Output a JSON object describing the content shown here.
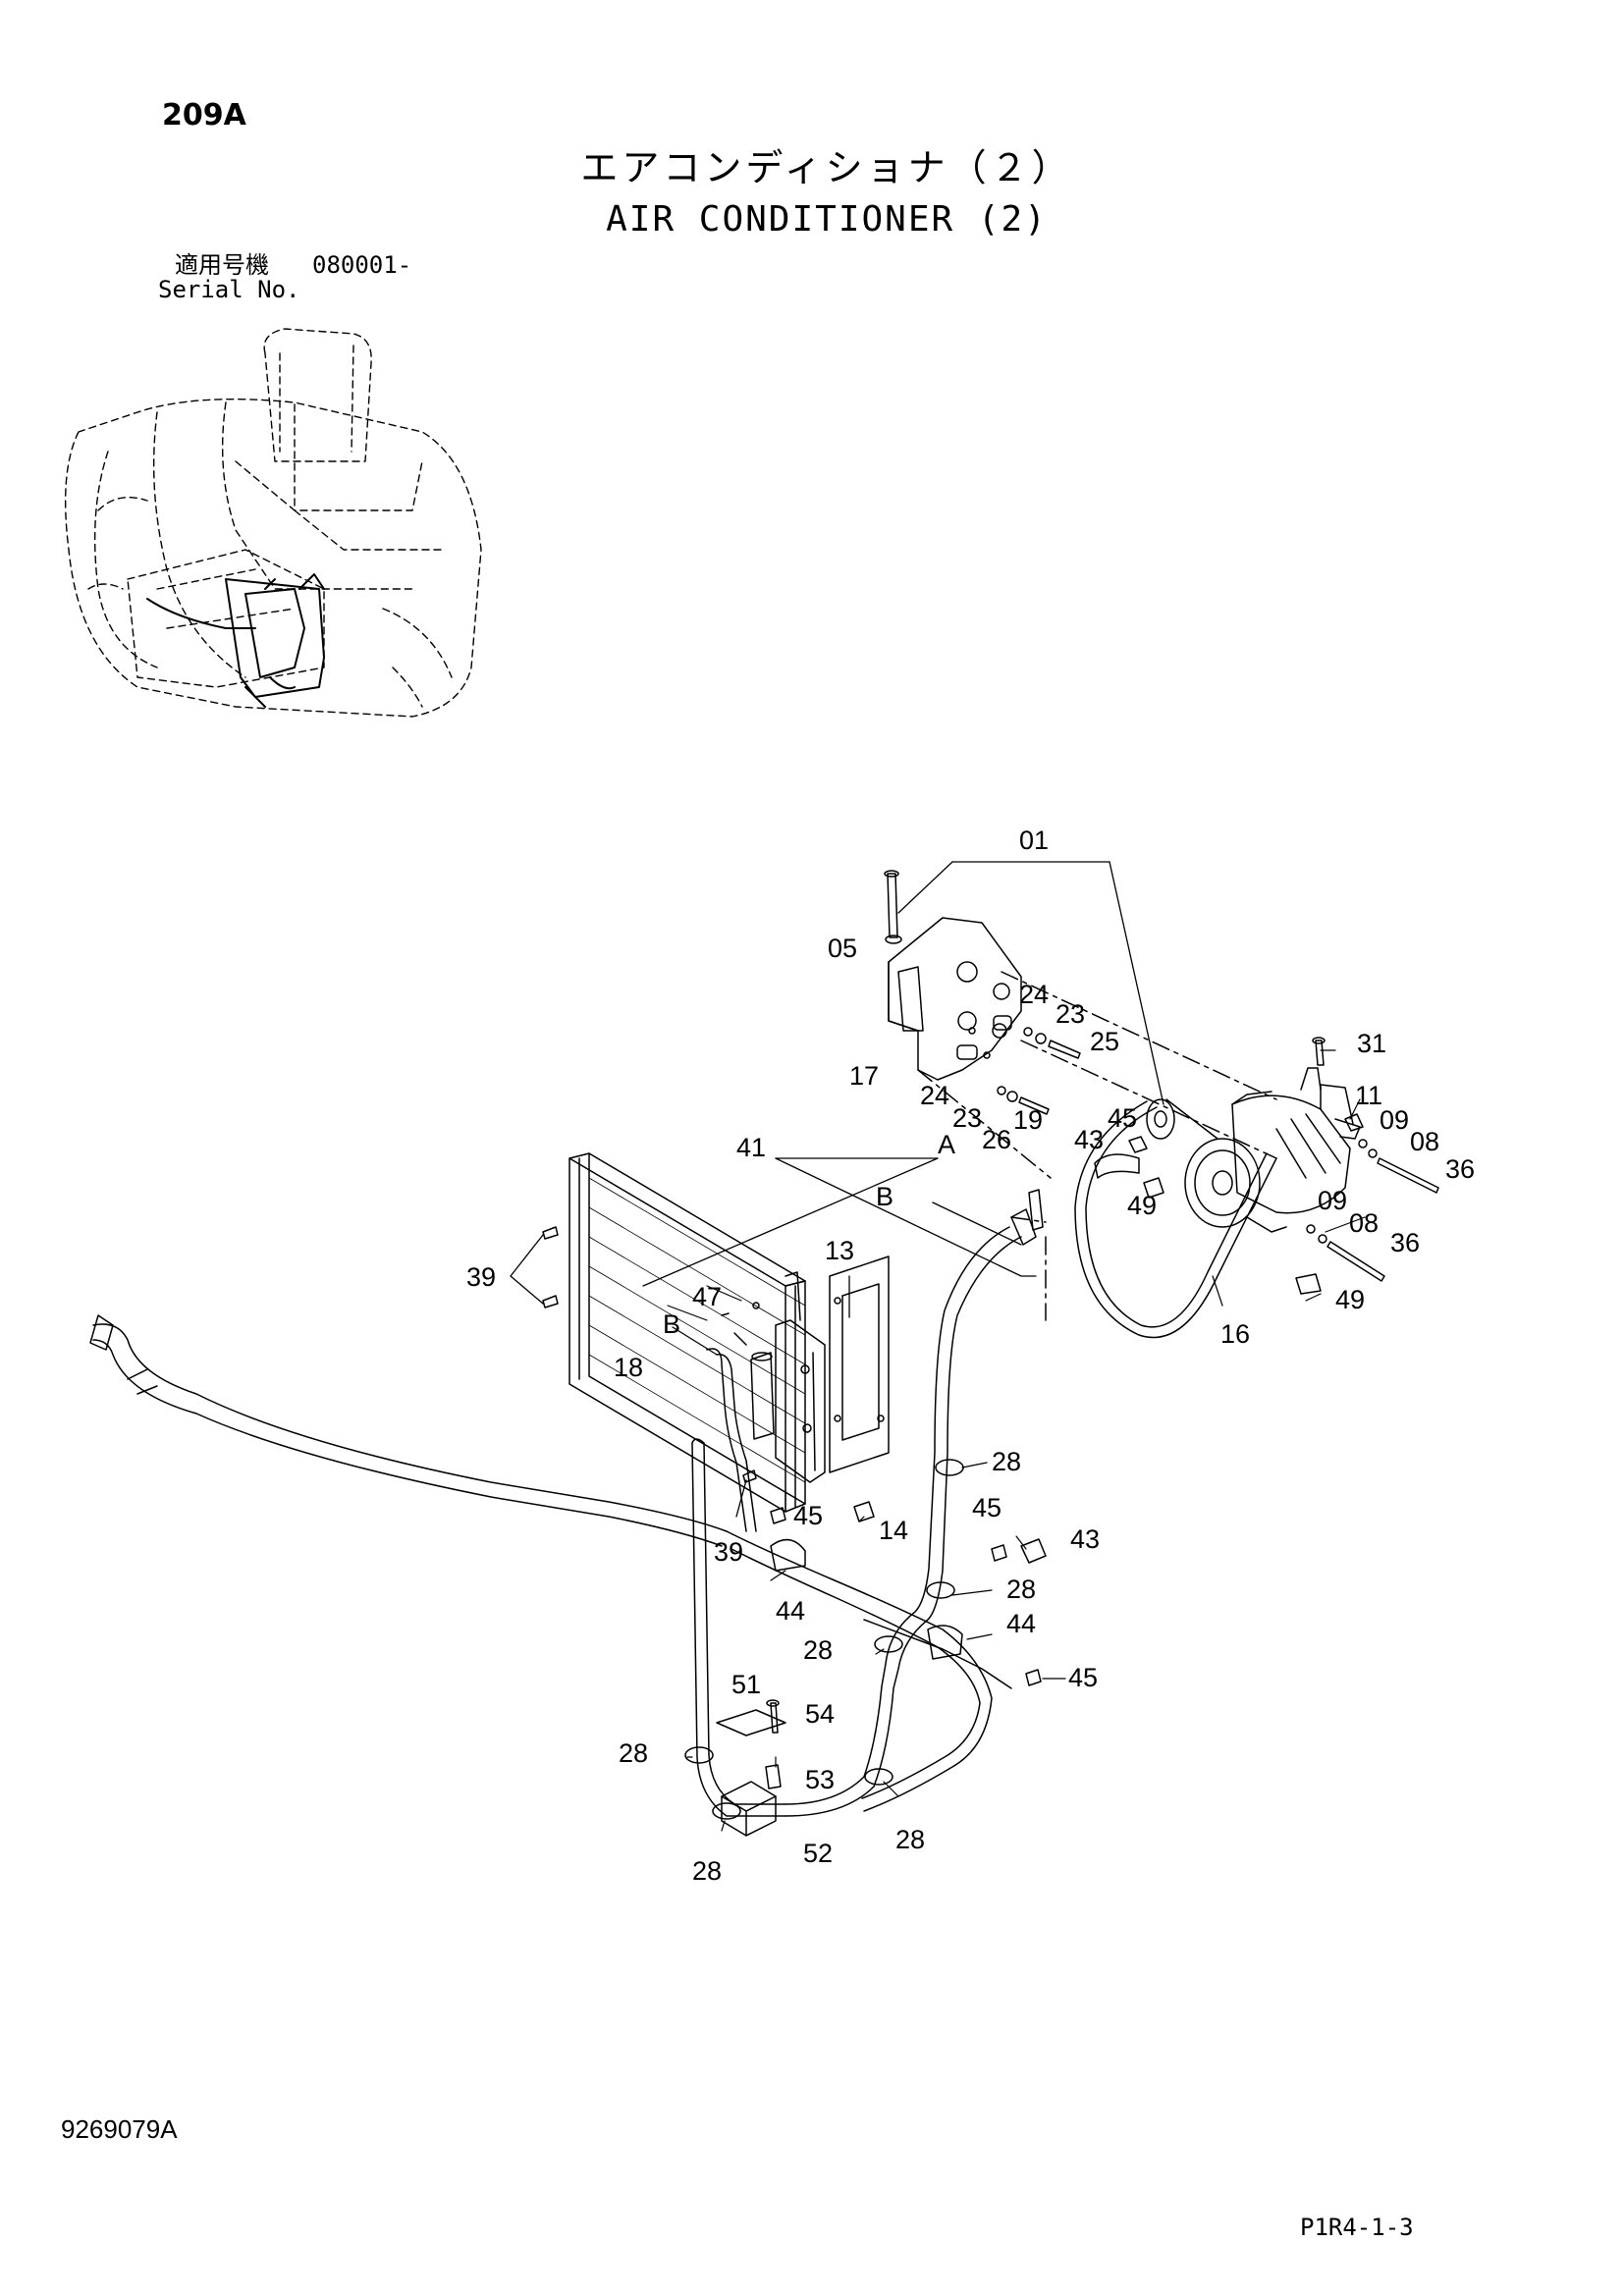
{
  "header": {
    "page_id": "209A",
    "title_ja": "エアコンディショナ（２）",
    "title_en": "AIR CONDITIONER (2)",
    "serial_label_ja": "適用号機",
    "serial_number": "080001-",
    "serial_label_en": "Serial No."
  },
  "callouts": {
    "c01": "01",
    "c05": "05",
    "c17": "17",
    "c24a": "24",
    "c23a": "23",
    "c25": "25",
    "c24b": "24",
    "c23b": "23",
    "c26": "26",
    "c19": "19",
    "cA": "A",
    "cB1": "B",
    "c41": "41",
    "c45a": "45",
    "c43a": "43",
    "c49a": "49",
    "c31": "31",
    "c11": "11",
    "c09a": "09",
    "c08a": "08",
    "c36a": "36",
    "c09b": "09",
    "c08b": "08",
    "c36b": "36",
    "c49b": "49",
    "c16": "16",
    "c39a": "39",
    "c13": "13",
    "c47": "47",
    "cB2": "B",
    "c18": "18",
    "c28a": "28",
    "c45b": "45",
    "c14": "14",
    "c39b": "39",
    "c44a": "44",
    "c45c": "45",
    "c43b": "43",
    "c28b": "28",
    "c28c": "28",
    "c44b": "44",
    "c45d": "45",
    "c51": "51",
    "c54": "54",
    "c28d": "28",
    "c53": "53",
    "c52": "52",
    "c28e": "28",
    "c28f": "28"
  },
  "footer": {
    "doc_number": "9269079A",
    "page_ref": "P1R4-1-3"
  }
}
